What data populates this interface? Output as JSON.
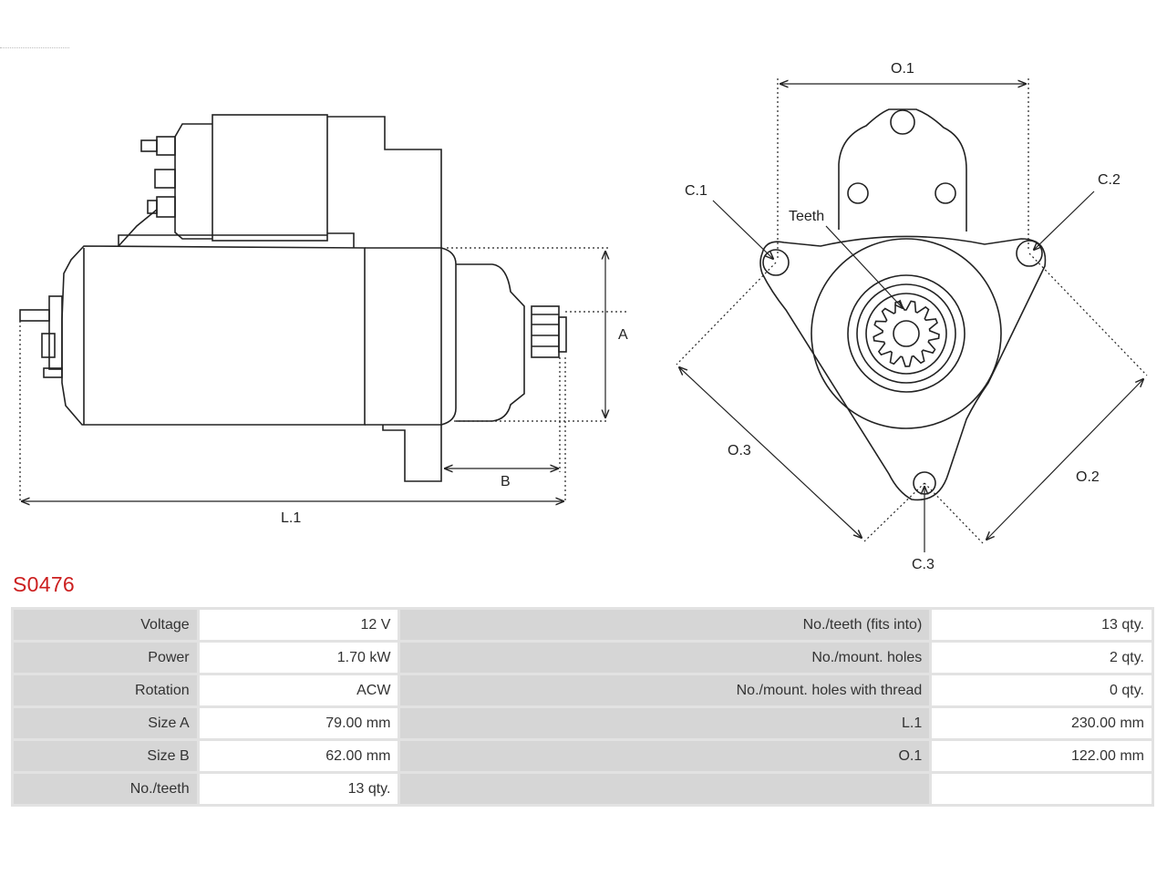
{
  "part_code": "S0476",
  "diagram": {
    "side_view_labels": {
      "a": "A",
      "b": "B",
      "l1": "L.1"
    },
    "front_view_labels": {
      "o1": "O.1",
      "o2": "O.2",
      "o3": "O.3",
      "c1": "C.1",
      "c2": "C.2",
      "c3": "C.3",
      "teeth": "Teeth"
    }
  },
  "specs": {
    "rows": [
      {
        "left_label": "Voltage",
        "left_value": "12 V",
        "right_label": "No./teeth (fits into)",
        "right_value": "13 qty."
      },
      {
        "left_label": "Power",
        "left_value": "1.70 kW",
        "right_label": "No./mount. holes",
        "right_value": "2 qty."
      },
      {
        "left_label": "Rotation",
        "left_value": "ACW",
        "right_label": "No./mount. holes with thread",
        "right_value": "0 qty."
      },
      {
        "left_label": "Size A",
        "left_value": "79.00 mm",
        "right_label": "L.1",
        "right_value": "230.00 mm"
      },
      {
        "left_label": "Size B",
        "left_value": "62.00 mm",
        "right_label": "O.1",
        "right_value": "122.00 mm"
      },
      {
        "left_label": "No./teeth",
        "left_value": "13 qty.",
        "right_label": "",
        "right_value": ""
      }
    ]
  }
}
